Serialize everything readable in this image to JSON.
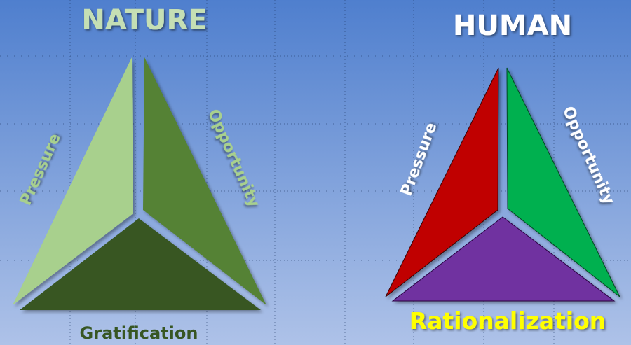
{
  "colors": {
    "background_top": "#4f7fce",
    "background_bottom": "#aec2e8",
    "nature_title": "#c5dfb4",
    "nature_pressure_face": "#a8d08d",
    "nature_opportunity_face": "#548235",
    "nature_gratification_face": "#375623",
    "nature_side_label": "#a8d08d",
    "nature_bottom_label": "#375623",
    "human_title": "#ffffff",
    "human_pressure_face": "#c00000",
    "human_opportunity_face": "#00b050",
    "human_rationalization_face": "#7030a0",
    "human_side_label": "#ffffff",
    "human_bottom_label": "#ffff00",
    "grid_line": "#1f3864"
  },
  "nature": {
    "title": "NATURE",
    "left_label": "Pressure",
    "right_label": "Opportunity",
    "bottom_label": "Gratification"
  },
  "human": {
    "title": "HUMAN",
    "left_label": "Pressure",
    "right_label": "Opportunity",
    "bottom_label": "Rationalization"
  }
}
